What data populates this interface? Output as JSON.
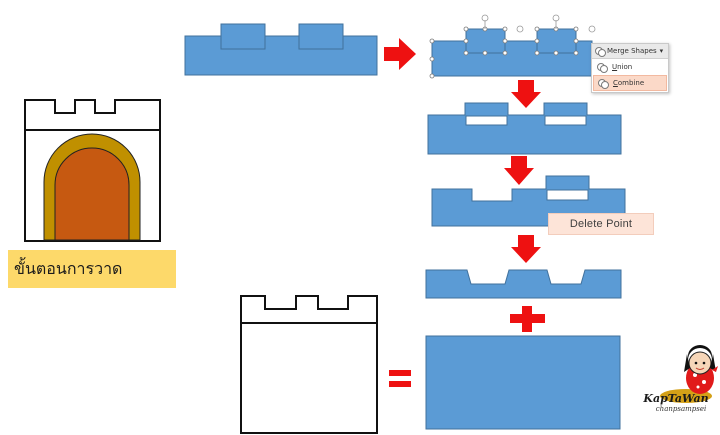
{
  "colors": {
    "shape_fill": "#5b9bd5",
    "shape_stroke": "#41719c",
    "arrow_red": "#ee1111",
    "door_orange": "#c65911",
    "door_gold": "#c09000",
    "label_bg": "#fdd96a",
    "menu_highlight": "#fbd9c8"
  },
  "merge_menu": {
    "title": "Merge Shapes",
    "caret": "▾",
    "items": [
      {
        "label": "Union",
        "highlighted": false
      },
      {
        "label": "Combine",
        "highlighted": true
      }
    ]
  },
  "delete_point_label": "Delete Point",
  "steps_label": "ขั้นตอนการวาด",
  "equals_sign": "=",
  "logo": {
    "name": "KapTaWan",
    "signature": "chanpsampsei"
  },
  "icons": [
    "right-arrow-icon",
    "down-arrow-icon",
    "plus-icon",
    "equals-icon",
    "castle-icon",
    "merge-shapes-icon",
    "union-icon",
    "combine-icon",
    "cartoon-girl-icon"
  ]
}
